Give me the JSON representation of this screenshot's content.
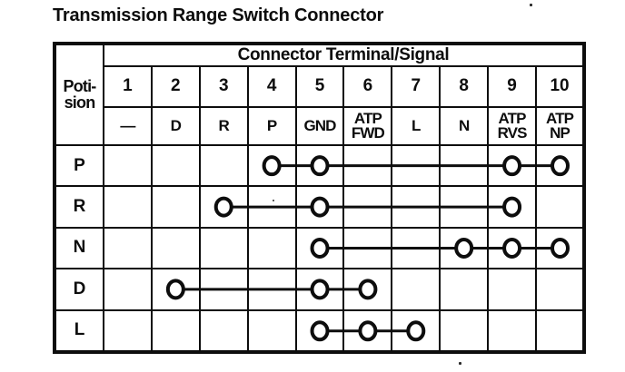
{
  "title": "Transmission Range Switch Connector",
  "table": {
    "position_header_line1": "Poti-",
    "position_header_line2": "sion",
    "group_header": "Connector Terminal/Signal",
    "terminals": [
      {
        "num": "1",
        "signal": "—"
      },
      {
        "num": "2",
        "signal": "D"
      },
      {
        "num": "3",
        "signal": "R"
      },
      {
        "num": "4",
        "signal": "P"
      },
      {
        "num": "5",
        "signal": "GND"
      },
      {
        "num": "6",
        "signal": "ATP FWD"
      },
      {
        "num": "7",
        "signal": "L"
      },
      {
        "num": "8",
        "signal": "N"
      },
      {
        "num": "9",
        "signal": "ATP RVS"
      },
      {
        "num": "10",
        "signal": "ATP NP"
      }
    ],
    "rows": [
      {
        "position": "P",
        "connected_terminals": [
          4,
          5,
          9,
          10
        ]
      },
      {
        "position": "R",
        "connected_terminals": [
          3,
          5,
          9
        ]
      },
      {
        "position": "N",
        "connected_terminals": [
          5,
          8,
          9,
          10
        ]
      },
      {
        "position": "D",
        "connected_terminals": [
          2,
          5,
          6
        ]
      },
      {
        "position": "L",
        "connected_terminals": [
          5,
          6,
          7
        ]
      }
    ]
  },
  "colors": {
    "ink": "#0d0d0d",
    "paper": "#ffffff"
  }
}
